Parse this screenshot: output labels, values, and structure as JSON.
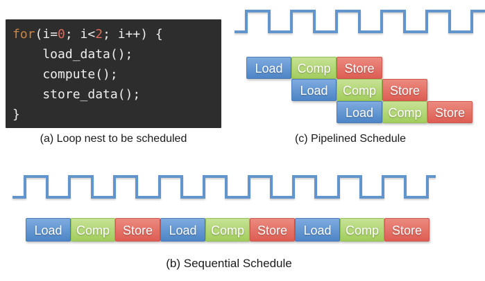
{
  "figure": {
    "code_panel": {
      "caption": "(a) Loop nest to be scheduled",
      "l1": {
        "kw": "for",
        "p1": "(i=",
        "n1": "0",
        "p2": "; i<",
        "n2": "2",
        "p3": "; i++) {"
      },
      "l2": "    load_data();",
      "l3": "    compute();",
      "l4": "    store_data();",
      "l5": "}"
    },
    "pipelined": {
      "caption": "(c) Pipelined Schedule",
      "rows": [
        [
          "Load",
          "Comp",
          "Store"
        ],
        [
          "Load",
          "Comp",
          "Store"
        ],
        [
          "Load",
          "Comp",
          "Store"
        ]
      ]
    },
    "sequential": {
      "caption": "(b) Sequential Schedule",
      "blocks": [
        "Load",
        "Comp",
        "Store",
        "Load",
        "Comp",
        "Store",
        "Load",
        "Comp",
        "Store"
      ]
    }
  },
  "colors": {
    "clock_line": "#6195cb",
    "load_top": "#7fabdf",
    "load_bottom": "#4d85c6",
    "load_border": "#4a7cba",
    "comp_top": "#c7e295",
    "comp_bottom": "#a2cd5d",
    "comp_border": "#95bf55",
    "store_top": "#ec8a7f",
    "store_bottom": "#dd5d53",
    "store_border": "#cf584e",
    "code_bg": "#2d2d2d",
    "code_text": "#efefef",
    "code_keyword": "#d08442",
    "code_number": "#dd6a5c",
    "caption_color": "#1a1a1a"
  }
}
